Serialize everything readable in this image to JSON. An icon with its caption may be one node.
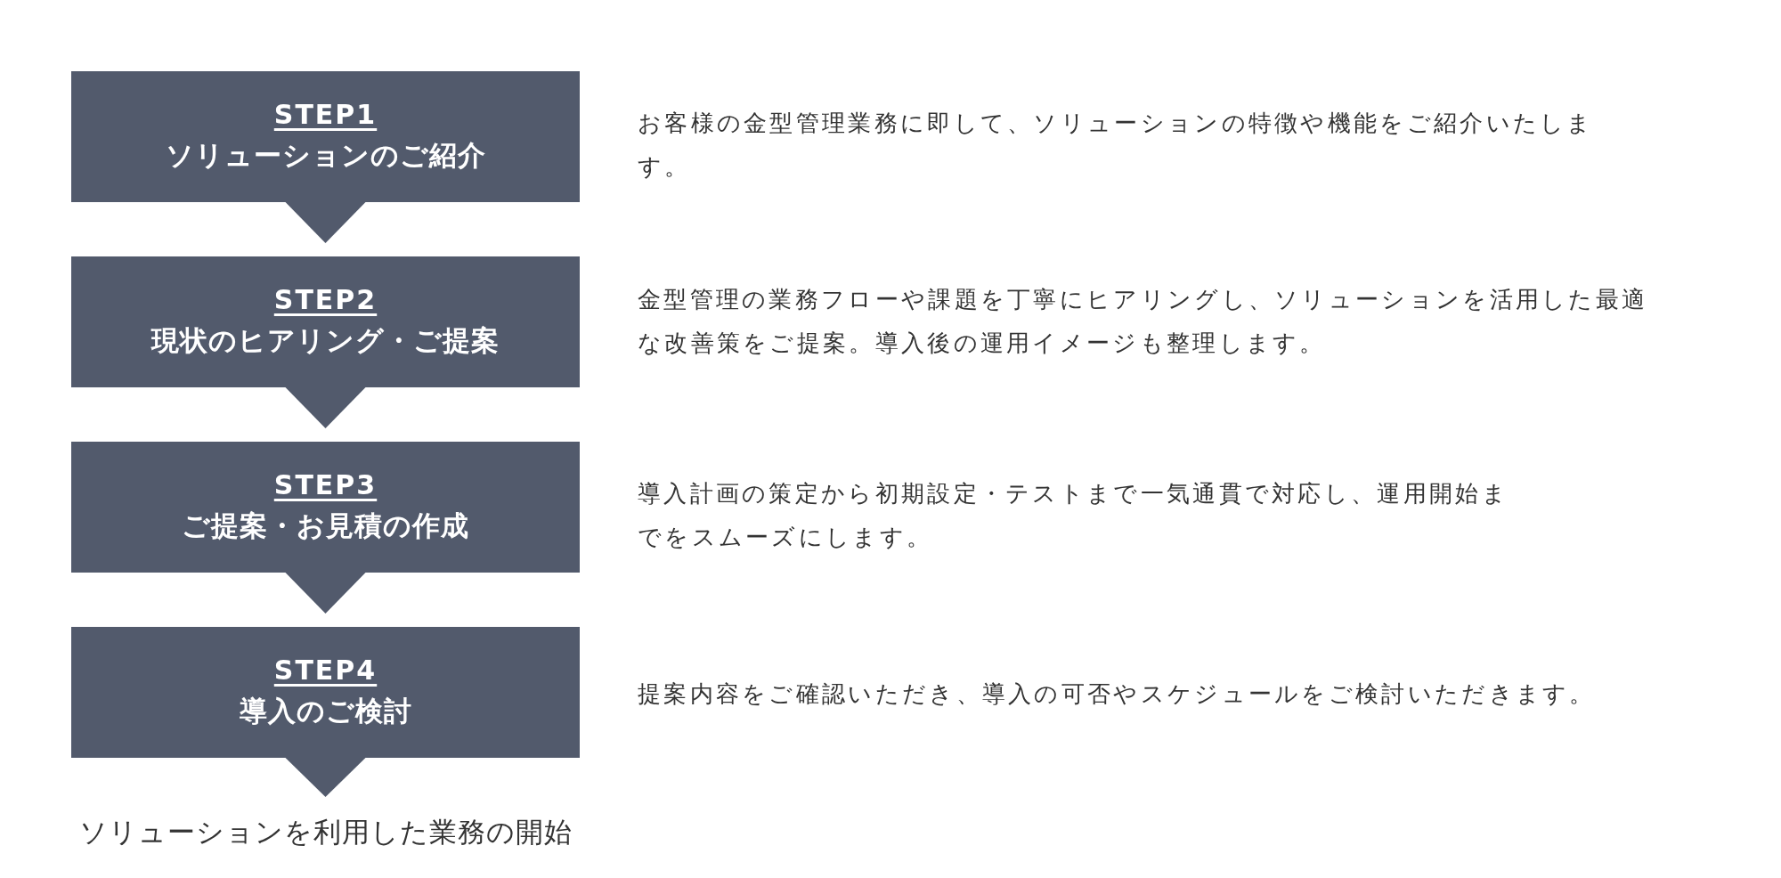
{
  "diagram": {
    "nodes": [
      {
        "text": [
          "STEP1",
          "ソリューションのご紹介"
        ],
        "beside": [
          "お客様の金型管理業務に即して、ソリューションの特徴や機能をご紹介いたします。"
        ]
      },
      {
        "text": [
          "STEP2",
          "現状のヒアリング・ご提案"
        ],
        "beside": [
          "金型管理の業務フローや課題を丁寧にヒアリングし、ソリューションを活用した最適な改善策をご提案。導入後の運用イメージも整理します。"
        ]
      },
      {
        "text": [
          "STEP3",
          "ご提案・お見積の作成"
        ],
        "beside": [
          "導入計画の策定から初期設定・テストまで一気通貫で対応し、運用開始までをスムーズにします。"
        ]
      },
      {
        "text": [
          "STEP4",
          "導入のご検討"
        ],
        "beside": [
          "提案内容をご確認いただき、導入の可否やスケジュールをご検討いただきます。"
        ]
      },
      {
        "text": [
          "ソリューションを利用した業務の開始"
        ]
      }
    ],
    "edges": [
      {
        "from": 0,
        "to": 1,
        "arrow": "to"
      },
      {
        "from": 1,
        "to": 2,
        "arrow": "to"
      },
      {
        "from": 2,
        "to": 3,
        "arrow": "to"
      },
      {
        "from": 3,
        "to": 4,
        "arrow": "to"
      }
    ]
  }
}
